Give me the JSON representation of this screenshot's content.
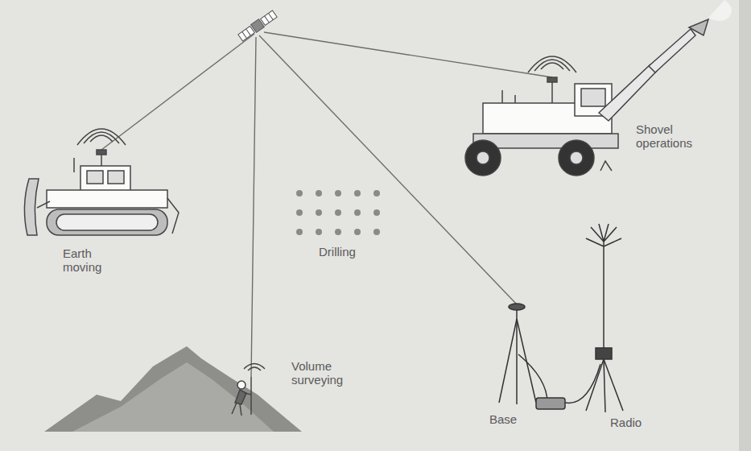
{
  "diagram": {
    "labels": [
      "Earth moving",
      "Drilling",
      "Shovel operations",
      "Volume surveying",
      "Base",
      "Radio"
    ]
  }
}
